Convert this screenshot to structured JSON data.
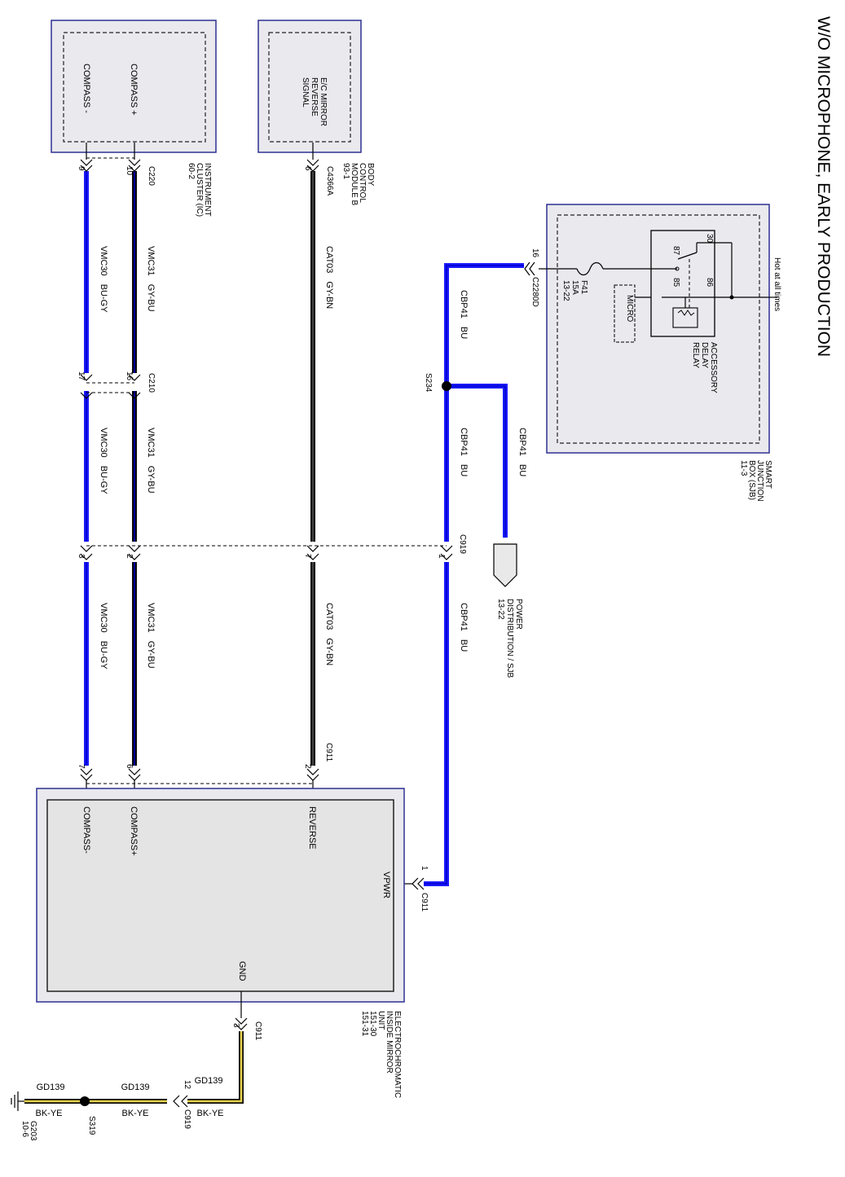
{
  "title": "W/O MICROPHONE, EARLY PRODUCTION",
  "hot_label": "Hot at all times",
  "modules": {
    "ic": {
      "name_lines": [
        "INSTRUMENT",
        "CLUSTER (IC)",
        "60-2"
      ],
      "pins": [
        "COMPASS +",
        "COMPASS -"
      ]
    },
    "bcm": {
      "name_lines": [
        "BODY",
        "CONTROL",
        "MODULE B",
        "93-1"
      ],
      "pin_lines": [
        "E/C MIRROR",
        "REVERSE",
        "SIGNAL"
      ]
    },
    "sjb": {
      "name_lines": [
        "SMART",
        "JUNCTION",
        "BOX (SJB)",
        "11-3"
      ],
      "relay_lines": [
        "ACCESSORY",
        "DELAY",
        "RELAY"
      ],
      "relay_pins": [
        "30",
        "87",
        "86",
        "85"
      ],
      "micro": "MICRO",
      "fuse_lines": [
        "F41",
        "15A",
        "13-22"
      ]
    },
    "mirror": {
      "name_lines": [
        "ELECTROCHROMATIC",
        "INSIDE MIRROR",
        "UNIT",
        "151-30",
        "151-31"
      ],
      "pins": [
        "COMPASS-",
        "COMPASS+",
        "REVERSE",
        "VPWR",
        "GND"
      ]
    }
  },
  "connectors": {
    "c220": "C220",
    "c4366a": "C4366A",
    "c210": "C210",
    "c919": "C919",
    "c911": "C911",
    "c2280d": "C2280D"
  },
  "pin_numbers": {
    "c220_compass_minus": "9",
    "c220_compass_plus": "10",
    "c4366a": "6",
    "c210_vmc30": "17",
    "c210_vmc31": "16",
    "c919_vmc30": "3",
    "c919_vmc31": "2",
    "c919_cat03": "7",
    "c919_cbp41": "1",
    "c911_vmc30": "7",
    "c911_vmc31": "6",
    "c911_cat03": "2",
    "c911_vpwr": "1",
    "c911_gnd": "3",
    "c2280d": "16",
    "c919_gnd": "12"
  },
  "circuits": {
    "vmc30": {
      "id": "VMC30",
      "color": "BU-GY"
    },
    "vmc31": {
      "id": "VMC31",
      "color": "GY-BU"
    },
    "cat03": {
      "id": "CAT03",
      "color": "GY-BN"
    },
    "cbp41": {
      "id": "CBP41",
      "color": "BU"
    },
    "gd139": {
      "id": "GD139",
      "color": "BK-YE"
    }
  },
  "splices": {
    "s234": "S234",
    "s319": "S319"
  },
  "ground": {
    "id": "G203",
    "ref": "10-6"
  },
  "power_distribution_lines": [
    "POWER",
    "DISTRIBUTION / SJB",
    "13-22"
  ]
}
